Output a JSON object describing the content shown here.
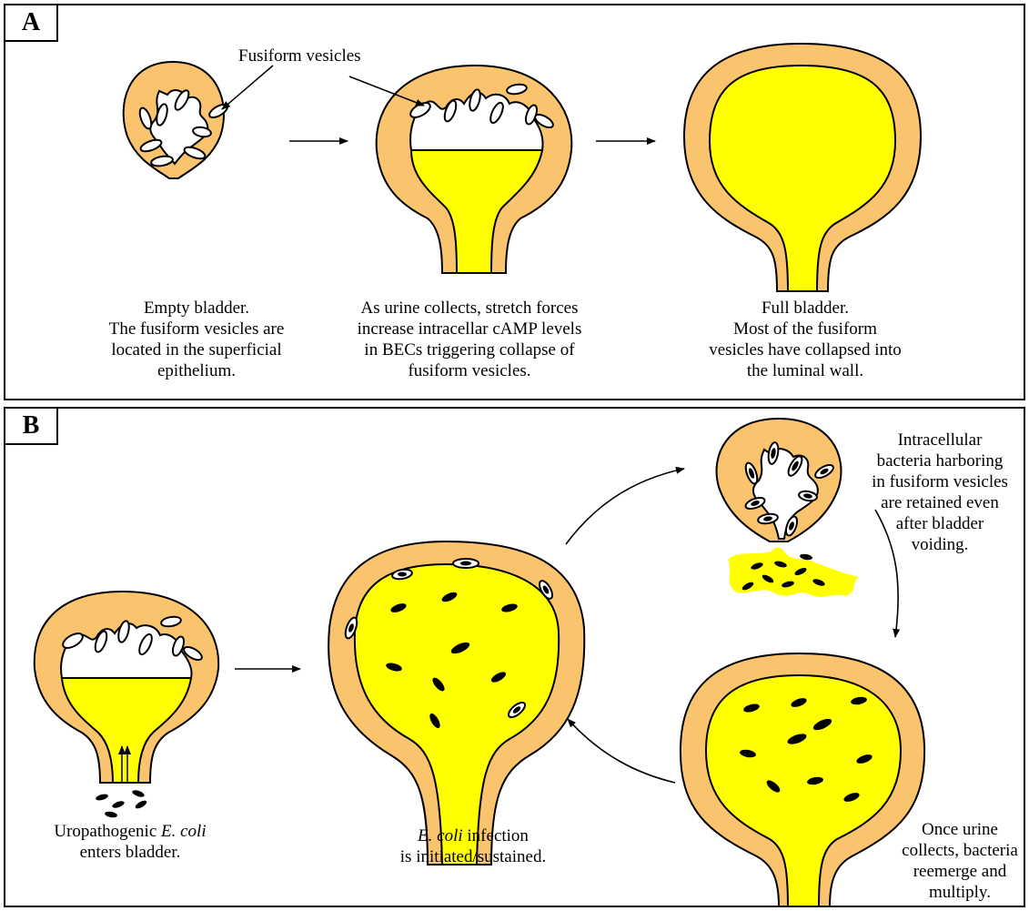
{
  "panel_a": {
    "label": "A",
    "callout": "Fusiform vesicles",
    "caption_empty": [
      "Empty bladder.",
      "The fusiform vesicles are",
      "located in the superficial",
      "epithelium."
    ],
    "caption_filling": [
      "As urine collects, stretch forces",
      "increase intracellar cAMP levels",
      "in BECs triggering collapse of",
      "fusiform vesicles."
    ],
    "caption_full": [
      "Full bladder.",
      "Most of the fusiform",
      "vesicles have collapsed into",
      "the luminal wall."
    ]
  },
  "panel_b": {
    "label": "B",
    "caption_enter": {
      "pre": "Uropathogenic ",
      "italic": "E. coli",
      "post": "",
      "line2": "enters bladder."
    },
    "caption_infection": {
      "pre": "",
      "italic": "E. coli",
      "post": " infection",
      "line2": "is initiated/sustained."
    },
    "caption_retained": [
      "Intracellular",
      "bacteria harboring",
      "in fusiform vesicles",
      "are retained even",
      "after bladder",
      "voiding."
    ],
    "caption_reemerge": [
      "Once urine",
      "collects, bacteria",
      "reemerge and",
      "multiply."
    ]
  },
  "colors": {
    "wall": "#FAC36E",
    "urine": "#FFFF00",
    "outline": "#000000",
    "lumen": "#FFFFFF"
  }
}
